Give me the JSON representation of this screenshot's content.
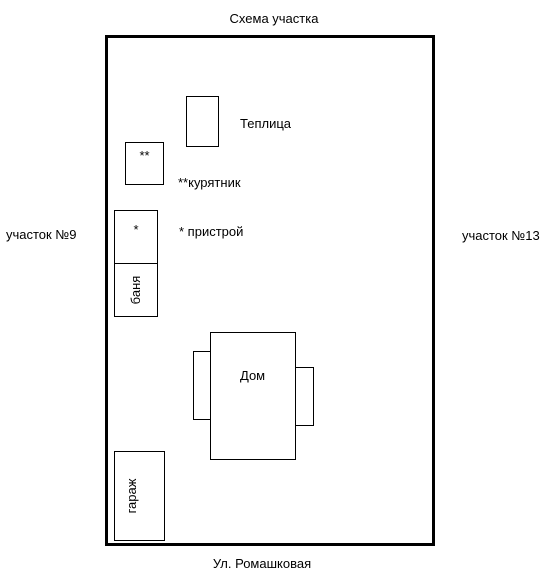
{
  "title": "Схема участка",
  "left_neighbor": "участок №9",
  "right_neighbor": "участок №13",
  "street": "Ул. Ромашковая",
  "greenhouse": {
    "label": "Теплица"
  },
  "chicken_coop": {
    "mark": "**",
    "label": "**курятник"
  },
  "annex": {
    "mark": "*",
    "label": "* пристрой"
  },
  "bathhouse": {
    "label": "баня"
  },
  "house": {
    "label": "Дом"
  },
  "garage": {
    "label": "гараж"
  }
}
